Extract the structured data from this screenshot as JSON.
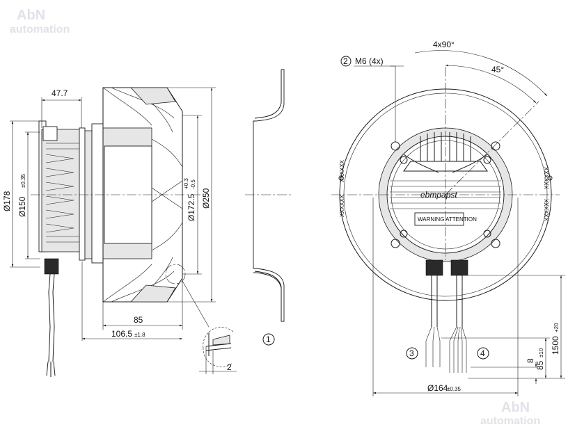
{
  "watermark": {
    "brand": "AbN",
    "sub": "automation"
  },
  "side_view": {
    "dim_hub_width": "47.7",
    "dim_d178": "Ø178",
    "dim_d150": "Ø150",
    "dim_d150_tol": "±0.35",
    "dim_d172": "Ø172.5",
    "dim_d172_tol_up": "+0.3",
    "dim_d172_tol_dn": "-0.5",
    "dim_d250": "Ø250",
    "dim_length_85": "85",
    "dim_length_1065": "106.5",
    "dim_length_1065_tol": "±1.8",
    "dim_gap": "2"
  },
  "inlet_ring": {
    "callout_1": "1"
  },
  "front_view": {
    "callout_2": "2",
    "bolt_label": "M6 (4x)",
    "angle_4x90": "4x90°",
    "angle_45": "45°",
    "brand_logo": "ebmpapst",
    "callout_3": "3",
    "callout_4": "4",
    "dim_d164": "Ø164",
    "dim_d164_tol": "±0.35",
    "dim_cable_1500": "1500",
    "dim_cable_1500_tol": "+20",
    "dim_strip_85": "85",
    "dim_strip_85_tol": "±10",
    "dim_strip_8": "8",
    "rim_code_left_1": "XXXXXX",
    "rim_code_left_2": "XXXXXX",
    "rim_code_right_1": "XXXXXX",
    "rim_code_right_2": "XXXXXX",
    "warning_label": "WARNING ATTENTION"
  }
}
